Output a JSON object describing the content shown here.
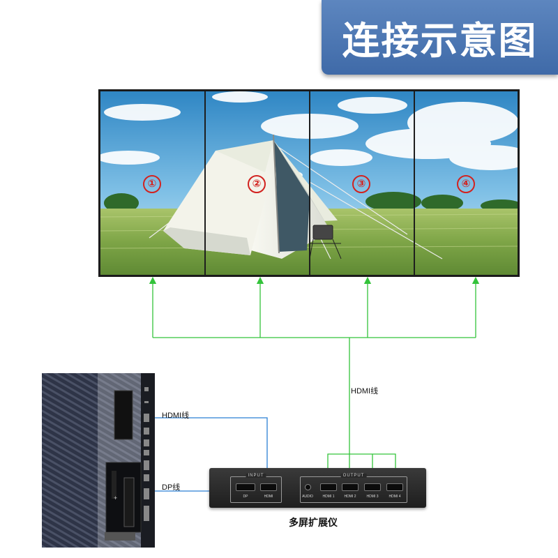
{
  "title": "连接示意图",
  "wall": {
    "panels": [
      "①",
      "②",
      "③",
      "④"
    ]
  },
  "cables": {
    "wall_hdmi": "HDMI线",
    "pc_hdmi": "HDMI线",
    "pc_dp": "DP线"
  },
  "device": {
    "name": "多屏扩展仪",
    "input_label": "INPUT",
    "output_label": "OUTPUT",
    "input_ports": [
      "DP",
      "HDMI"
    ],
    "audio_label": "AUDIO",
    "output_ports": [
      "HDMI 1",
      "HDMI 2",
      "HDMI 3",
      "HDMI 4"
    ]
  },
  "colors": {
    "banner": "#4a74b0",
    "wire_green": "#33c33a",
    "wire_blue": "#2b7fd4",
    "panel_number": "#d2221f"
  }
}
